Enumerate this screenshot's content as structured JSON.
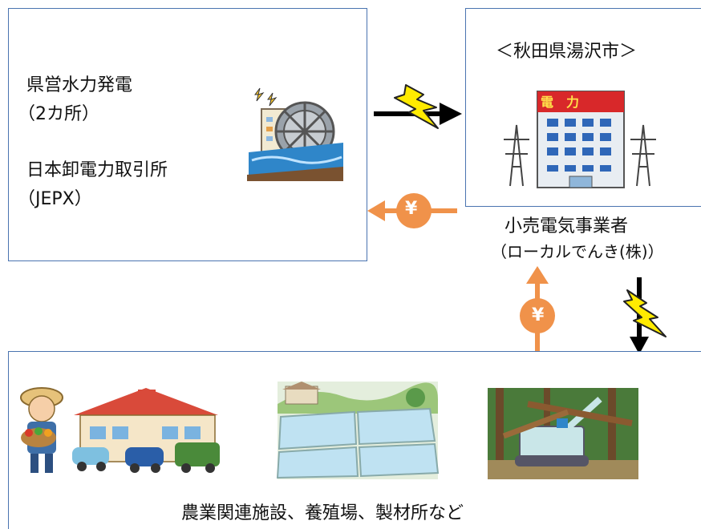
{
  "supply": {
    "line1": "県営水力発電",
    "line2": "（2カ所）",
    "line3": "日本卸電力取引所",
    "line4": "（JEPX）"
  },
  "retail": {
    "location": "＜秋田県湯沢市＞",
    "building_sign": "電　力",
    "label_line1": "小売電気事業者",
    "label_line2": "（ローカルでんき(株)）"
  },
  "customers": {
    "caption": "農業関連施設、養殖場、製材所など"
  },
  "symbols": {
    "yen": "¥"
  },
  "colors": {
    "box_border": "#4a74b0",
    "yen_orange": "#f0924a",
    "lightning": "#ffeb00",
    "power_arrow": "#000000"
  },
  "icons": [
    "hydro-waterwheel-icon",
    "power-company-building-icon",
    "lightning-bolt-icon",
    "yen-coin-icon",
    "farmer-shop-icon",
    "fish-farm-icon",
    "lumber-mill-icon"
  ]
}
